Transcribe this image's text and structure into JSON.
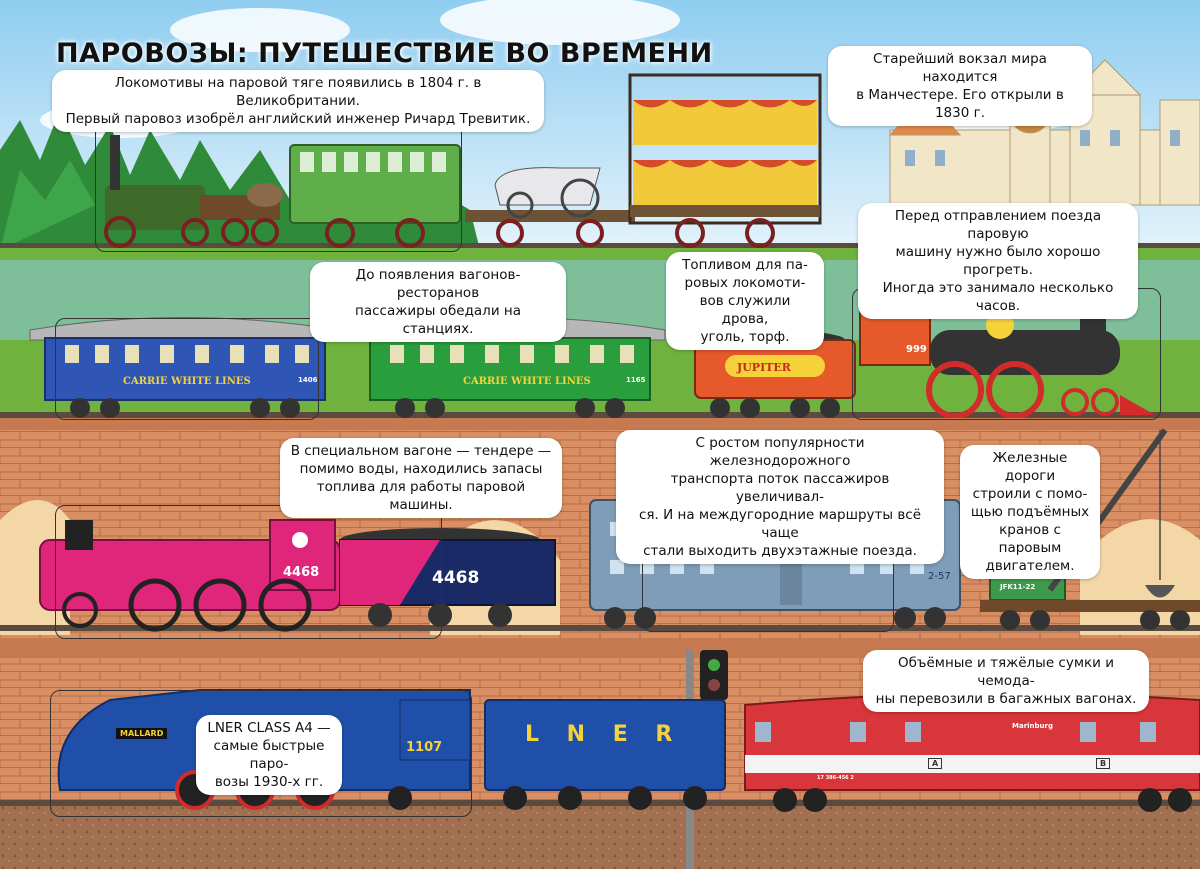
{
  "page": {
    "title": "ПАРОВОЗЫ: ПУТЕШЕСТВИЕ ВО ВРЕМЕНИ",
    "intro": "Локомотивы на паровой тяге появились в 1804 г. в Великобритании.\nПервый паровоз изобрёл английский инженер Ричард Тревитик."
  },
  "facts": {
    "station": "Старейший вокзал мира находится\nв Манчестере. Его открыли в 1830 г.",
    "warmup": "Перед отправлением поезда паровую\nмашину нужно было хорошо прогреть.\nИногда это занимало несколько часов.",
    "dining": "До появления вагонов-ресторанов\nпассажиры обедали на станциях.",
    "fuel": "Топливом для па-\nровых локомоти-\nвов служили дрова,\nуголь, торф.",
    "tender": "В специальном вагоне — тендере —\nпомимо воды, находились запасы\nтоплива для работы паровой машины.",
    "double_deck": "С ростом популярности железнодорожного\nтранспорта поток пассажиров увеличивал-\nся. И на междугородние маршруты всё чаще\nстали выходить двухэтажные поезда.",
    "cranes": "Железные дороги\nстроили с помо-\nщью подъёмных\nкранов с паровым\nдвигателем.",
    "luggage": "Объёмные и тяжёлые сумки и чемода-\nны перевозили в багажных вагонах.",
    "a4": "LNER CLASS A4 —\nсамые быстрые паро-\nвозы 1930-х гг."
  },
  "trains": {
    "carriage_blue_livery": "CARRIE WHITE LINES",
    "carriage_blue_number": "1406",
    "carriage_green_livery": "CARRIE WHITE LINES",
    "carriage_green_number": "1165",
    "tender_name": "JUPITER",
    "loco_999_number": "999",
    "loco_4468_cab_number": "4468",
    "tender_4468_number": "4468",
    "bilevel_number": "2-57",
    "crane_wagon_number": "JFK11-22",
    "mallard_name": "MALLARD",
    "a4_number": "1107",
    "lner_tender": "L N E R",
    "baggage_name": "Marinburg",
    "baggage_code": "17 386-456 2",
    "baggage_door_a": "A",
    "baggage_door_b": "B"
  },
  "colors": {
    "sky": "#bfe3f5",
    "grass": "#6fb23d",
    "brick": "#d98f63",
    "rail": "#5b4a3f",
    "blue_coach": "#2f55b5",
    "green_coach": "#2a9e3c",
    "magenta_loco": "#e0267a",
    "steel_coach": "#7f9db8",
    "a4_blue": "#1f4fa8",
    "baggage_red": "#d8363a"
  }
}
